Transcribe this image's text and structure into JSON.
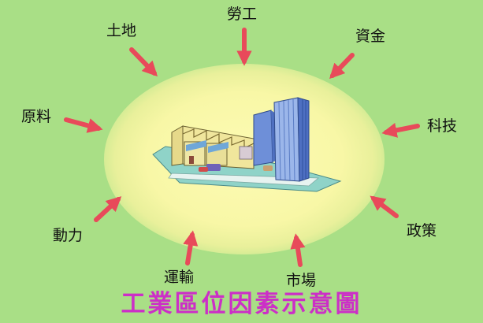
{
  "factors": [
    {
      "id": "land",
      "label": "土地"
    },
    {
      "id": "labor",
      "label": "勞工"
    },
    {
      "id": "capital",
      "label": "資金"
    },
    {
      "id": "raw-materials",
      "label": "原料"
    },
    {
      "id": "technology",
      "label": "科技"
    },
    {
      "id": "power",
      "label": "動力"
    },
    {
      "id": "policy",
      "label": "政策"
    },
    {
      "id": "transport",
      "label": "運輸"
    },
    {
      "id": "market",
      "label": "市場"
    }
  ],
  "caption": "工業區位因素示意圖",
  "colors": {
    "background": "#a9df86",
    "center_glow": "#fdfbb4",
    "arrow": "#e84a5a",
    "caption": "#cc2fc7"
  }
}
